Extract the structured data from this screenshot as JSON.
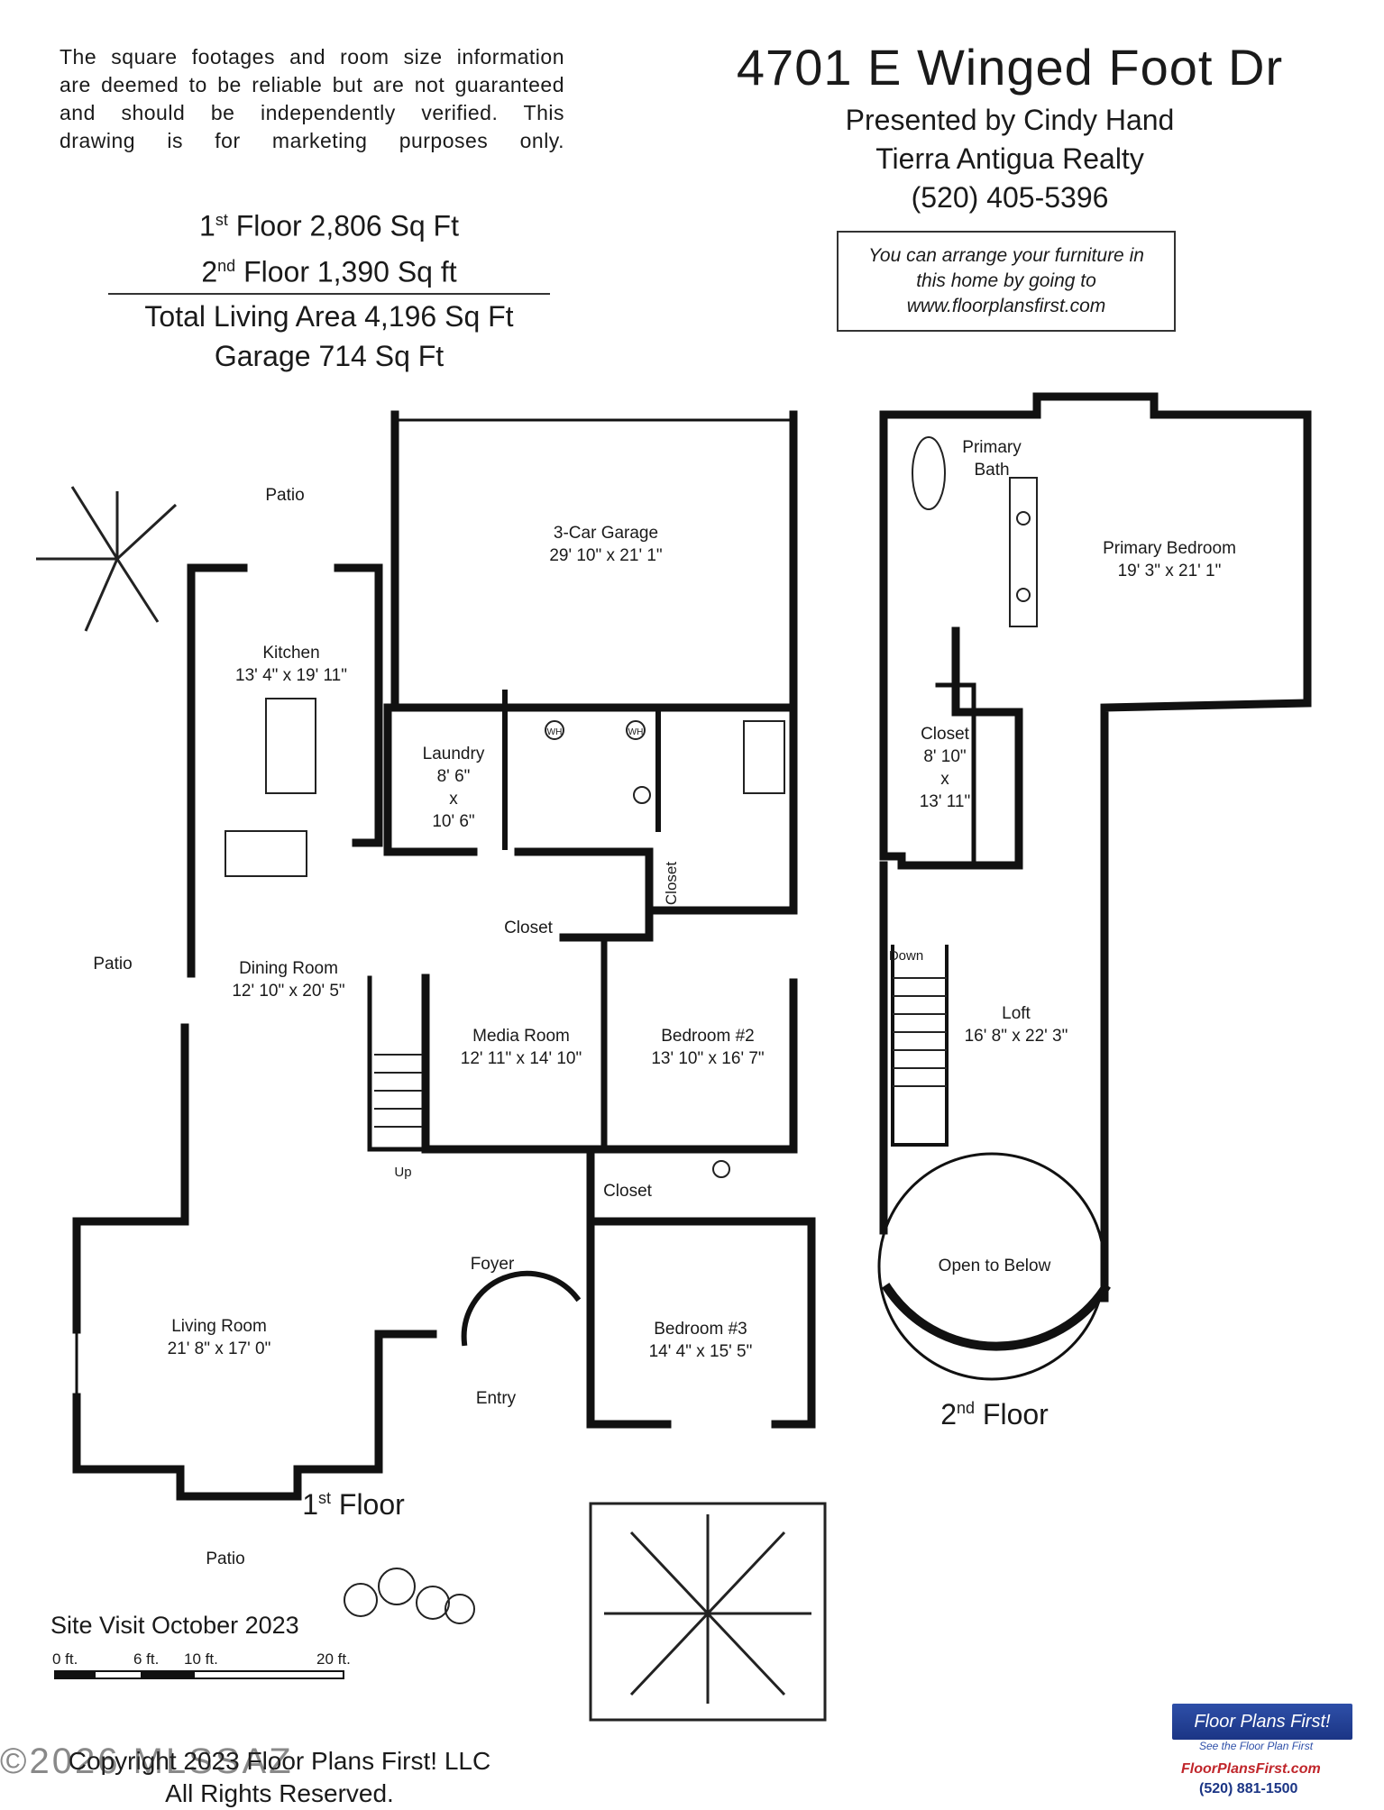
{
  "disclaimer": {
    "line1": "The square footages and room size information",
    "line2": "are deemed to be reliable but are not guaranteed",
    "line3": "and should be independently verified. This",
    "line4": "drawing is for marketing purposes only."
  },
  "address": "4701 E Winged Foot Dr",
  "presenter": {
    "line1": "Presented by Cindy Hand",
    "line2": "Tierra Antigua Realty",
    "phone": "(520) 405-5396"
  },
  "arrange_box": {
    "line1": "You can arrange your furniture in",
    "line2": "this home by going to",
    "line3": "www.floorplansfirst.com"
  },
  "areas": {
    "first_floor_ordinal": "1",
    "first_floor_suffix": "st",
    "first_floor_text": "Floor 2,806 Sq Ft",
    "second_floor_ordinal": "2",
    "second_floor_suffix": "nd",
    "second_floor_text": "Floor 1,390 Sq ft",
    "total": "Total Living Area 4,196 Sq Ft",
    "garage": "Garage 714 Sq Ft"
  },
  "rooms": {
    "patio_north": "Patio",
    "patio_west": "Patio",
    "patio_south": "Patio",
    "garage_name": "3-Car Garage",
    "garage_size": "29' 10\" x 21' 1\"",
    "kitchen_name": "Kitchen",
    "kitchen_size": "13' 4\" x 19' 11\"",
    "laundry_name": "Laundry",
    "laundry_w": "8' 6\"",
    "laundry_x": "x",
    "laundry_h": "10' 6\"",
    "wh1": "WH",
    "wh2": "WH",
    "closet_vertical": "Closet",
    "closet_hall": "Closet",
    "closet_bed3": "Closet",
    "dining_name": "Dining Room",
    "dining_size": "12' 10\" x 20' 5\"",
    "media_name": "Media Room",
    "media_size": "12' 11\" x 14' 10\"",
    "bed2_name": "Bedroom #2",
    "bed2_size": "13' 10\" x 16' 7\"",
    "up": "Up",
    "foyer": "Foyer",
    "living_name": "Living Room",
    "living_size": "21' 8\" x 17' 0\"",
    "bed3_name": "Bedroom #3",
    "bed3_size": "14' 4\" x 15' 5\"",
    "entry": "Entry",
    "first_floor_label": "Floor",
    "first_floor_ord": "1",
    "first_floor_sup": "st",
    "primary_bath_1": "Primary",
    "primary_bath_2": "Bath",
    "primary_bed_name": "Primary Bedroom",
    "primary_bed_size": "19' 3\" x 21' 1\"",
    "closet2_name": "Closet",
    "closet2_w": "8' 10\"",
    "closet2_x": "x",
    "closet2_h": "13' 11\"",
    "down": "Down",
    "loft_name": "Loft",
    "loft_size": "16' 8\" x 22' 3\"",
    "open_below": "Open to Below",
    "second_floor_label": "Floor",
    "second_floor_ord": "2",
    "second_floor_sup": "nd"
  },
  "site_visit": "Site Visit October 2023",
  "scale": {
    "t0": "0 ft.",
    "t6": "6 ft.",
    "t10": "10 ft.",
    "t20": "20 ft."
  },
  "copyright": {
    "line1": "Copyright 2023 Floor Plans First! LLC",
    "line2": "All Rights Reserved.",
    "watermark": "©2026 MLSSAZ"
  },
  "brand": {
    "logo": "Floor Plans First!",
    "tagline": "See the Floor Plan First",
    "url": "FloorPlansFirst.com",
    "phone": "(520) 881-1500"
  }
}
